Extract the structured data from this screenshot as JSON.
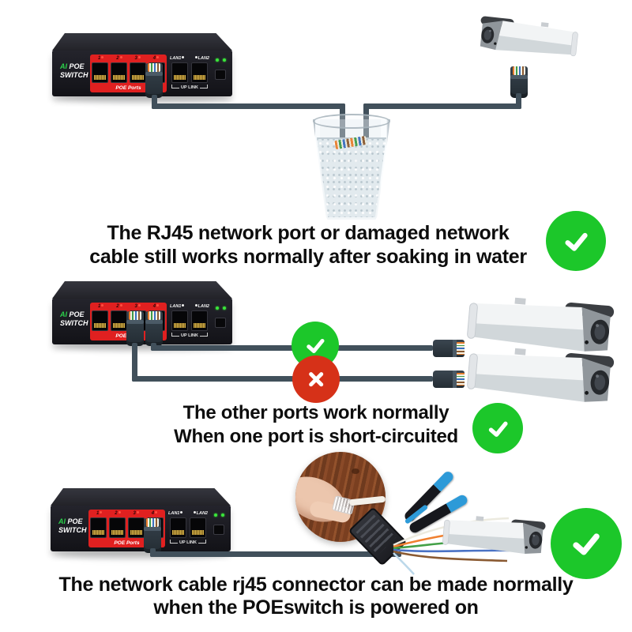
{
  "page": {
    "background": "#ffffff"
  },
  "colors": {
    "cable": "#41505b",
    "check_green": "#1cc72a",
    "cross_red": "#d63118",
    "switch_body": "#17171d",
    "switch_panel_red": "#e02020",
    "brand_green": "#2bd14a",
    "caption_text": "#0d0d0d"
  },
  "switch": {
    "brand_ai": "AI",
    "brand_poe": "POE",
    "brand_switch": "SWITCH",
    "port_labels": [
      "1",
      "2",
      "3",
      "4"
    ],
    "poe_ports_label": "POE  Ports",
    "lan_left_label": "LAN1",
    "lan_right_label": "LAN2",
    "uplink_label": "UP LINK"
  },
  "sections": [
    {
      "name": "water-soak-test",
      "caption_lines": [
        "The RJ45 network port or damaged network",
        "cable still works normally after soaking in water"
      ],
      "result": "pass"
    },
    {
      "name": "short-circuit-isolation",
      "caption_lines": [
        "The other ports work normally",
        "When one port is short-circuited"
      ],
      "result": "pass",
      "cable_results": [
        "pass",
        "fail"
      ]
    },
    {
      "name": "live-crimping",
      "caption_lines": [
        "The network cable rj45 connector can be made normally",
        "when the POEswitch is powered on"
      ],
      "result": "pass"
    }
  ]
}
